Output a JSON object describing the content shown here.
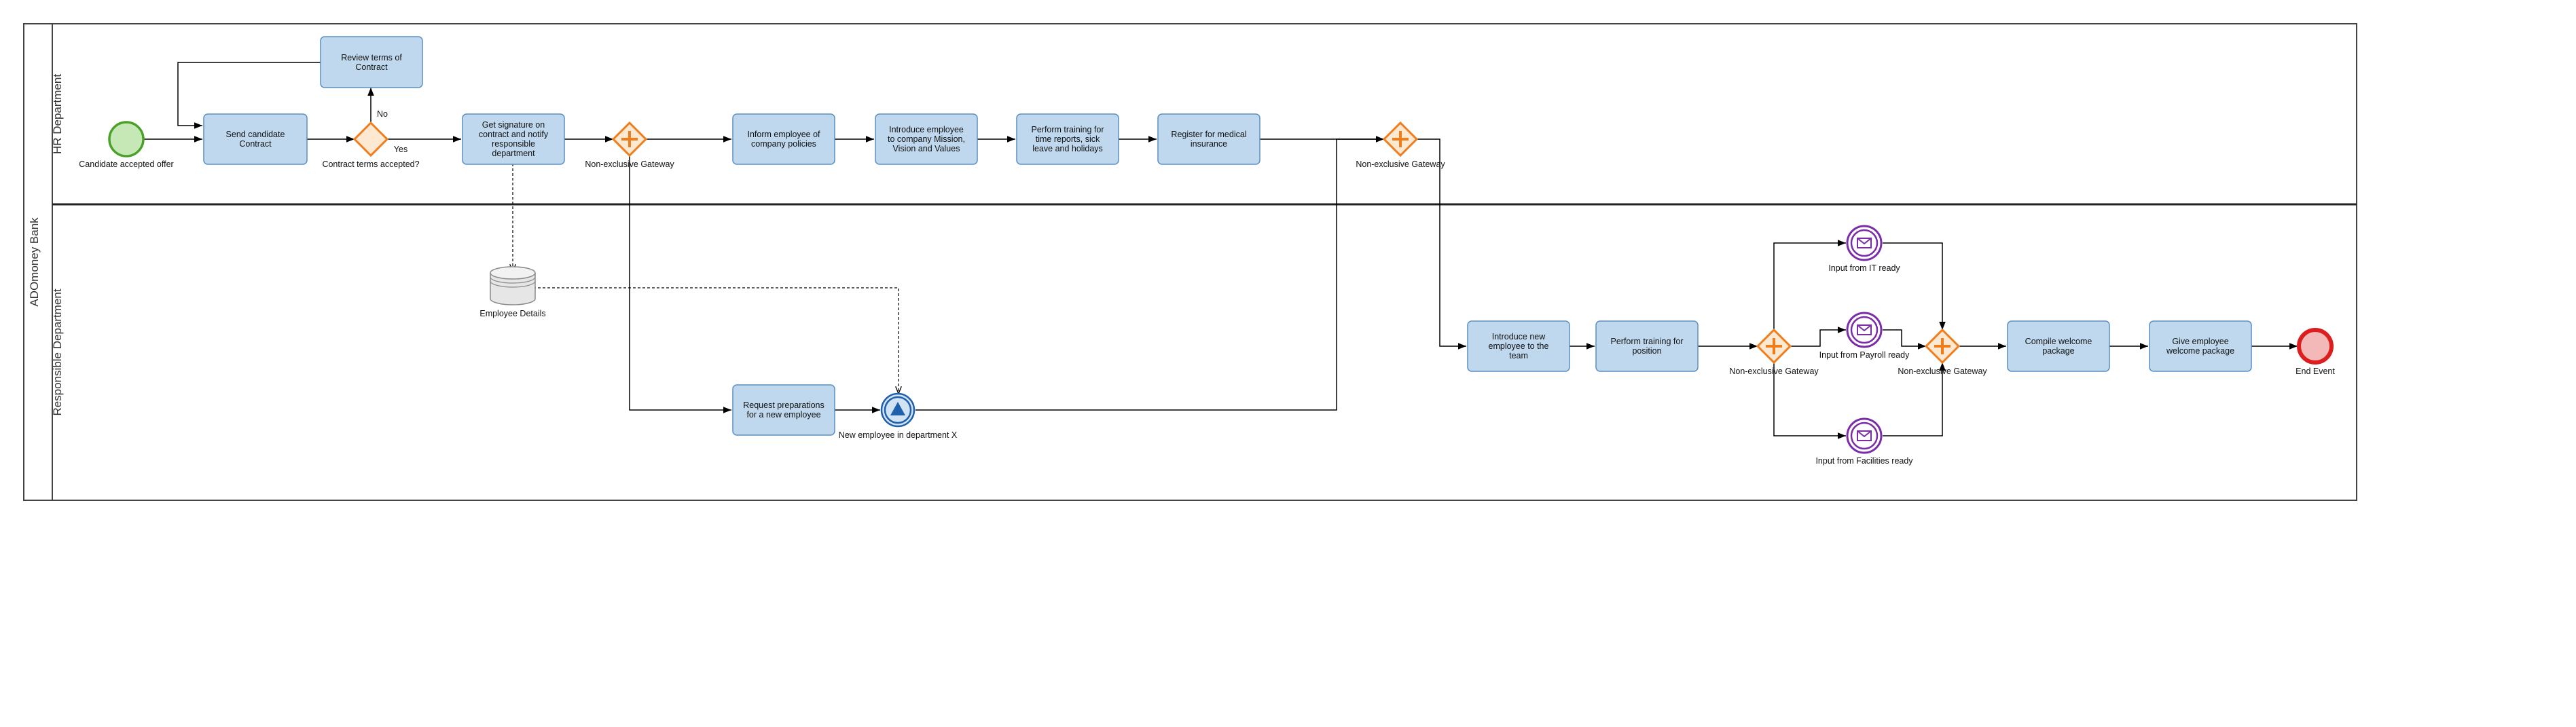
{
  "pool": {
    "label": "ADOmoney Bank"
  },
  "lanes": {
    "hr": {
      "label": "HR Department"
    },
    "resp": {
      "label": "Responsible Department"
    }
  },
  "tasks": {
    "review": [
      "Review terms of",
      "Contract"
    ],
    "send": [
      "Send candidate",
      "Contract"
    ],
    "signature": [
      "Get signature on",
      "contract and notify",
      "responsible",
      "department"
    ],
    "inform": [
      "Inform employee of",
      "company policies"
    ],
    "introduce_mission": [
      "Introduce employee",
      "to company Mission,",
      "Vision and Values"
    ],
    "training_reports": [
      "Perform training for",
      "time reports, sick",
      "leave and holidays"
    ],
    "medical": [
      "Register for medical",
      "insurance"
    ],
    "preparations": [
      "Request preparations",
      "for a new employee"
    ],
    "introduce_team": [
      "Introduce new",
      "employee to the",
      "team"
    ],
    "training_position": [
      "Perform training for",
      "position"
    ],
    "compile": [
      "Compile welcome",
      "package"
    ],
    "give": [
      "Give employee",
      "welcome package"
    ]
  },
  "events": {
    "start": "Candidate accepted offer",
    "end": "End Event",
    "new_employee": "New employee in department X",
    "it": "Input from IT ready",
    "payroll": "Input from Payroll ready",
    "facilities": "Input from Facilities ready"
  },
  "gateways": {
    "contract": "Contract terms accepted?",
    "gw1": "Non-exclusive Gateway",
    "gw2": "Non-exclusive Gateway",
    "gw3": "Non-exclusive Gateway",
    "gw4": "Non-exclusive Gateway"
  },
  "flow_labels": {
    "no": "No",
    "yes": "Yes"
  },
  "data_store": {
    "label": "Employee Details"
  },
  "colors": {
    "task_fill": "#bfd8ee",
    "task_stroke": "#5b8fbf",
    "gateway_fill": "#fde9d2",
    "gateway_stroke": "#f07d1b",
    "start_fill": "#c6e8b7",
    "start_stroke": "#4aa129",
    "end_fill": "#f3b8b8",
    "end_stroke": "#dd1e1e",
    "message_stroke": "#7a2ca9",
    "signal_stroke": "#1f5fab"
  }
}
